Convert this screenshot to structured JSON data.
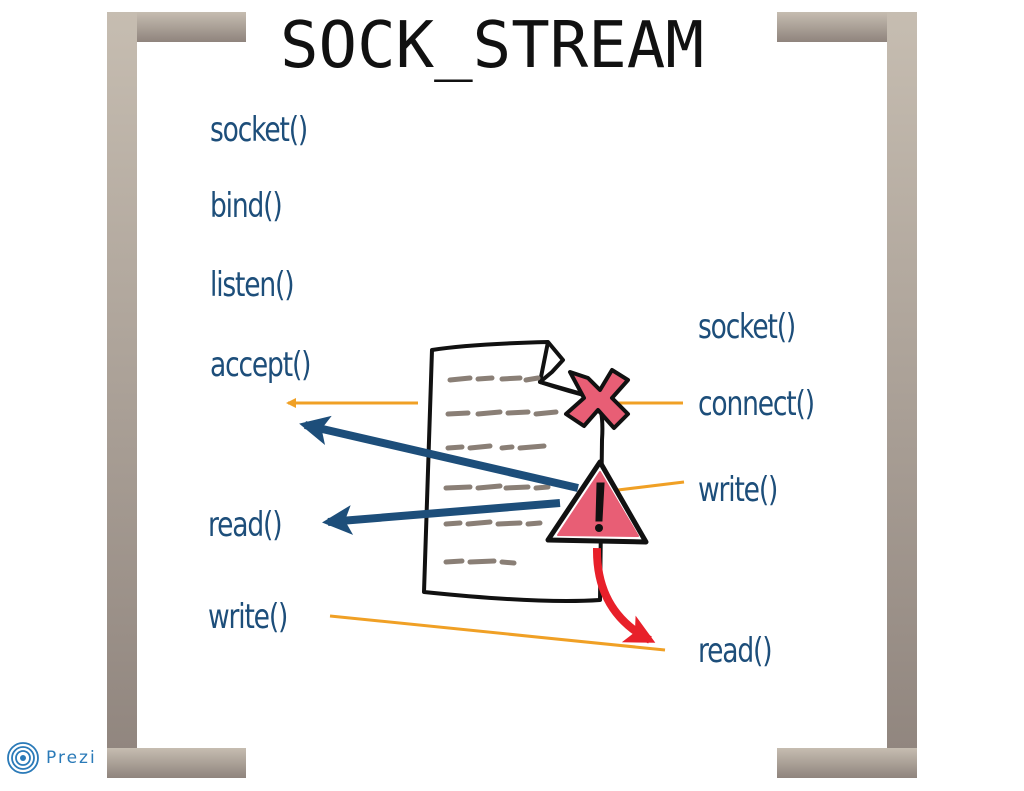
{
  "title": "SOCK_STREAM",
  "server": {
    "socket": "socket()",
    "bind": "bind()",
    "listen": "listen()",
    "accept": "accept()",
    "read": "read()",
    "write": "write()"
  },
  "client": {
    "socket": "socket()",
    "connect": "connect()",
    "write": "write()",
    "read": "read()"
  },
  "logo": {
    "text": "Prezi"
  },
  "colors": {
    "label_blue": "#1d4e7a",
    "arrow_orange": "#f0a025",
    "arrow_red": "#e8202a",
    "warning_pink": "#e85e75",
    "bracket_top": "#c6bdb1",
    "bracket_bottom": "#8f847d"
  },
  "icons": [
    "document-icon",
    "error-x-icon",
    "warning-icon",
    "prezi-logo-icon"
  ]
}
